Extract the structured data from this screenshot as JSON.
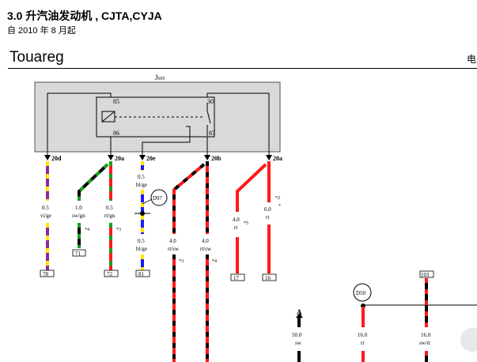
{
  "header": {
    "title": "3.0 升汽油发动机 , CJTA,CYJA",
    "subtitle": "自 2010 年 8 月起",
    "model": "Touareg",
    "edge_text": "电"
  },
  "diagram": {
    "module_label": "J695",
    "module_label_sub": "695",
    "pins": {
      "p85": "85",
      "p86": "86",
      "p30": "30",
      "p87": "87"
    },
    "connectors": {
      "c20d": "20d",
      "c20a1": "20a",
      "c20e": "20e",
      "c20b": "20b",
      "c20a2": "20a"
    },
    "wires": {
      "w1": {
        "size": "0.5",
        "color": "vi/ge",
        "ground": "78"
      },
      "w2": {
        "size": "1.0",
        "color": "sw/gn",
        "note": "*4",
        "ground": "71"
      },
      "w3": {
        "size": "0.5",
        "color": "rt/gn",
        "note": "*3",
        "ground": "72"
      },
      "w4a": {
        "size": "0.5",
        "color": "bl/ge"
      },
      "w4b": {
        "size": "0.5",
        "color": "bl/ge",
        "ground": "81"
      },
      "w5": {
        "size": "4.0",
        "color": "rt/sw",
        "note": "*3"
      },
      "w6": {
        "size": "4.0",
        "color": "rt/sw",
        "note": "*4"
      },
      "w7": {
        "size": "4.0",
        "color": "rt",
        "note": "*5",
        "ground": "17"
      },
      "w8": {
        "size": "6.0",
        "color": "rt",
        "note": "*2",
        "note2": "*",
        "ground": "16"
      },
      "w9": {
        "size": "50.0",
        "color": "sw",
        "top": "A"
      },
      "w10": {
        "size": "16.0",
        "color": "rt"
      },
      "w11": {
        "size": "16.0",
        "color": "sw/rt",
        "top": "103"
      }
    },
    "nodes": {
      "d97": "D97",
      "d50": "D50"
    }
  },
  "colors": {
    "module_fill": "#d9d9d9",
    "red": "#ff1a1a",
    "black": "#000000",
    "green": "#1aa31a",
    "yellow": "#ffe600",
    "violet": "#8b2a9e",
    "blue": "#1a1aff"
  }
}
